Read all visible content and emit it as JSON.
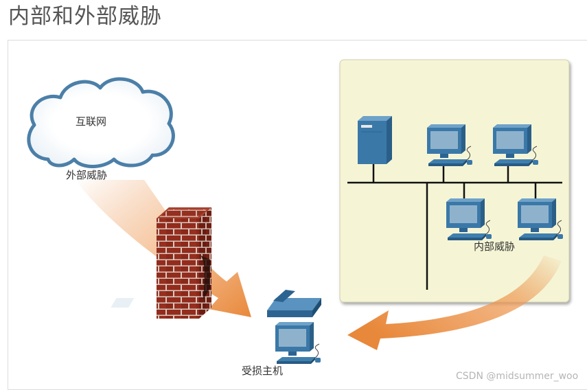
{
  "page": {
    "title": "内部和外部威胁"
  },
  "diagram": {
    "cloud_label": "互联网",
    "external_threat_label": "外部威胁",
    "internal_threat_label": "内部威胁",
    "victim_label": "受损主机"
  },
  "watermark": "CSDN @midsummer_woo",
  "colors": {
    "lan_panel": "#f5f5d6",
    "threat_arrow": "#e8883a",
    "firewall_brick": "#8e2a1c",
    "device_blue": "#3a78a8",
    "screen": "#8fb2cc",
    "cloud_outline": "#4b7fa8"
  }
}
